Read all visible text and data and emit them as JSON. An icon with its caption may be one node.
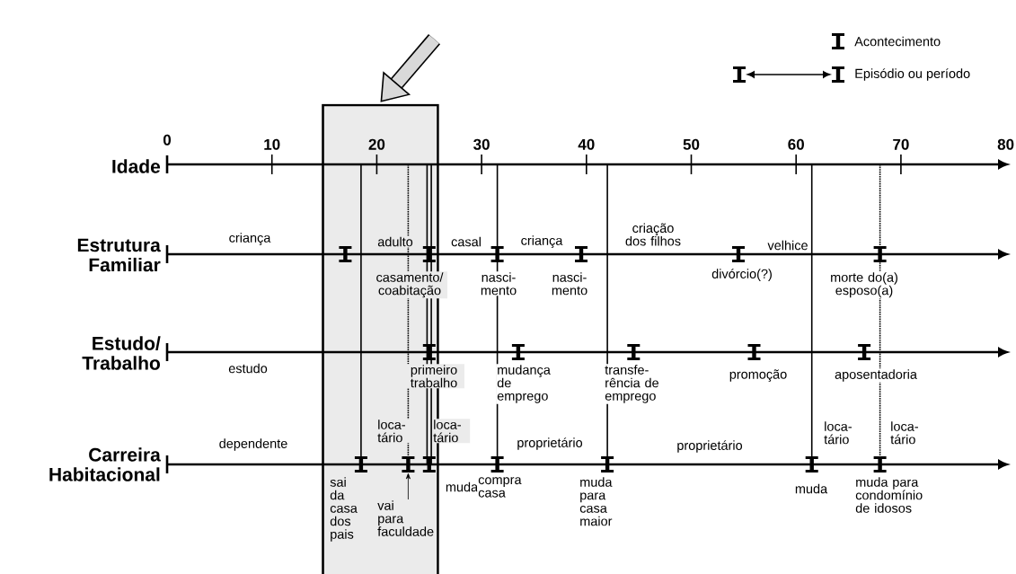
{
  "diagram": {
    "nodes": [
      {
        "text": [],
        "shape": "box"
      },
      {
        "text": [
          "vai para faculdade"
        ],
        "in": 0
      },
      {
        "text": [],
        "shape": "bar",
        "in": 0
      }
    ],
    "edges": [
      {
        "from": null,
        "to": 0,
        "arrow": "to",
        "style": "thick"
      },
      {
        "from": 1,
        "to": 2,
        "arrow": "to",
        "color": "#000000"
      }
    ],
    "labels": [
      "0",
      "10",
      "20",
      "30",
      "40",
      "50",
      "60",
      "70",
      "80",
      "Idade",
      "Estrutura Familiar",
      "criança",
      "adulto",
      "casal",
      "criança",
      "criação dos filhos",
      "velhice",
      "casamento/ coabitação",
      "nasci- mento",
      "nasci- mento",
      "divórcio(?)",
      "morte do(a) esposo(a)",
      "Estudo/ Trabalho",
      "estudo",
      "primeiro trabalho",
      "mudança de emprego",
      "transfe- rência de emprego",
      "promoção",
      "aposentadoria",
      "loca- tário",
      "loca- tário",
      "proprietário",
      "proprietário",
      "loca- tário",
      "loca- tário",
      "Carreira Habitacional",
      "dependente",
      "sai da casa dos pais",
      "muda",
      "compra casa",
      "muda para casa maior",
      "muda",
      "muda para condomínio de idosos"
    ],
    "legend": [
      {
        "text": "Acontecimento"
      },
      {
        "text": "Episódio ou período"
      }
    ]
  }
}
